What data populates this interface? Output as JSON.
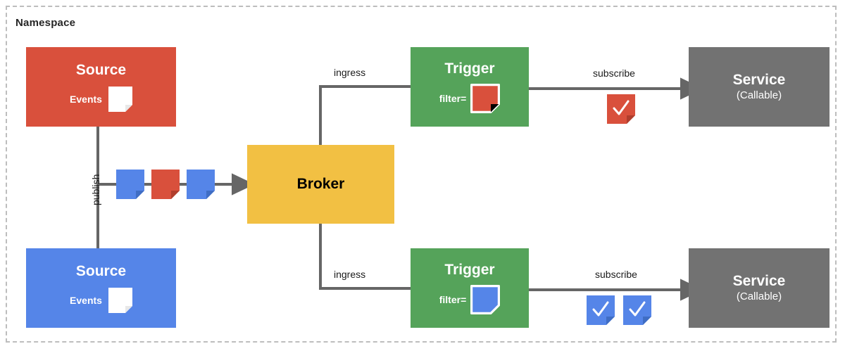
{
  "namespace": {
    "title": "Namespace",
    "border_color": "#bdbdbd"
  },
  "palette": {
    "red": "#d9503c",
    "blue": "#5585e8",
    "green": "#55a35a",
    "amber": "#f2c043",
    "gray": "#727272",
    "line": "#666666",
    "white": "#ffffff",
    "black": "#000000"
  },
  "nodes": {
    "source_top": {
      "title": "Source",
      "events_label": "Events",
      "color": "#d9503c",
      "doc_color": "#ffffff"
    },
    "source_bottom": {
      "title": "Source",
      "events_label": "Events",
      "color": "#5585e8",
      "doc_color": "#ffffff"
    },
    "broker": {
      "title": "Broker",
      "color": "#f2c043"
    },
    "trigger_top": {
      "title": "Trigger",
      "filter_label": "filter=",
      "color": "#55a35a",
      "filter_doc_color": "#d9503c"
    },
    "trigger_bottom": {
      "title": "Trigger",
      "filter_label": "filter=",
      "color": "#55a35a",
      "filter_doc_color": "#5585e8"
    },
    "service_top": {
      "title": "Service",
      "subtitle": "(Callable)",
      "color": "#727272"
    },
    "service_bottom": {
      "title": "Service",
      "subtitle": "(Callable)",
      "color": "#727272"
    }
  },
  "edges": {
    "publish": {
      "label": "publish",
      "orientation": "vertical"
    },
    "ingress_top": {
      "label": "ingress"
    },
    "ingress_bottom": {
      "label": "ingress"
    },
    "subscribe_top": {
      "label": "subscribe"
    },
    "subscribe_bottom": {
      "label": "subscribe"
    }
  },
  "event_stream": {
    "docs": [
      {
        "color": "#5585e8",
        "check": false
      },
      {
        "color": "#d9503c",
        "check": false
      },
      {
        "color": "#5585e8",
        "check": false
      }
    ]
  },
  "delivered_top": {
    "docs": [
      {
        "color": "#d9503c",
        "check": true,
        "glyph": "✓"
      }
    ]
  },
  "delivered_bottom": {
    "docs": [
      {
        "color": "#5585e8",
        "check": true,
        "glyph": "✓"
      },
      {
        "color": "#5585e8",
        "check": true,
        "glyph": "✓"
      }
    ]
  }
}
